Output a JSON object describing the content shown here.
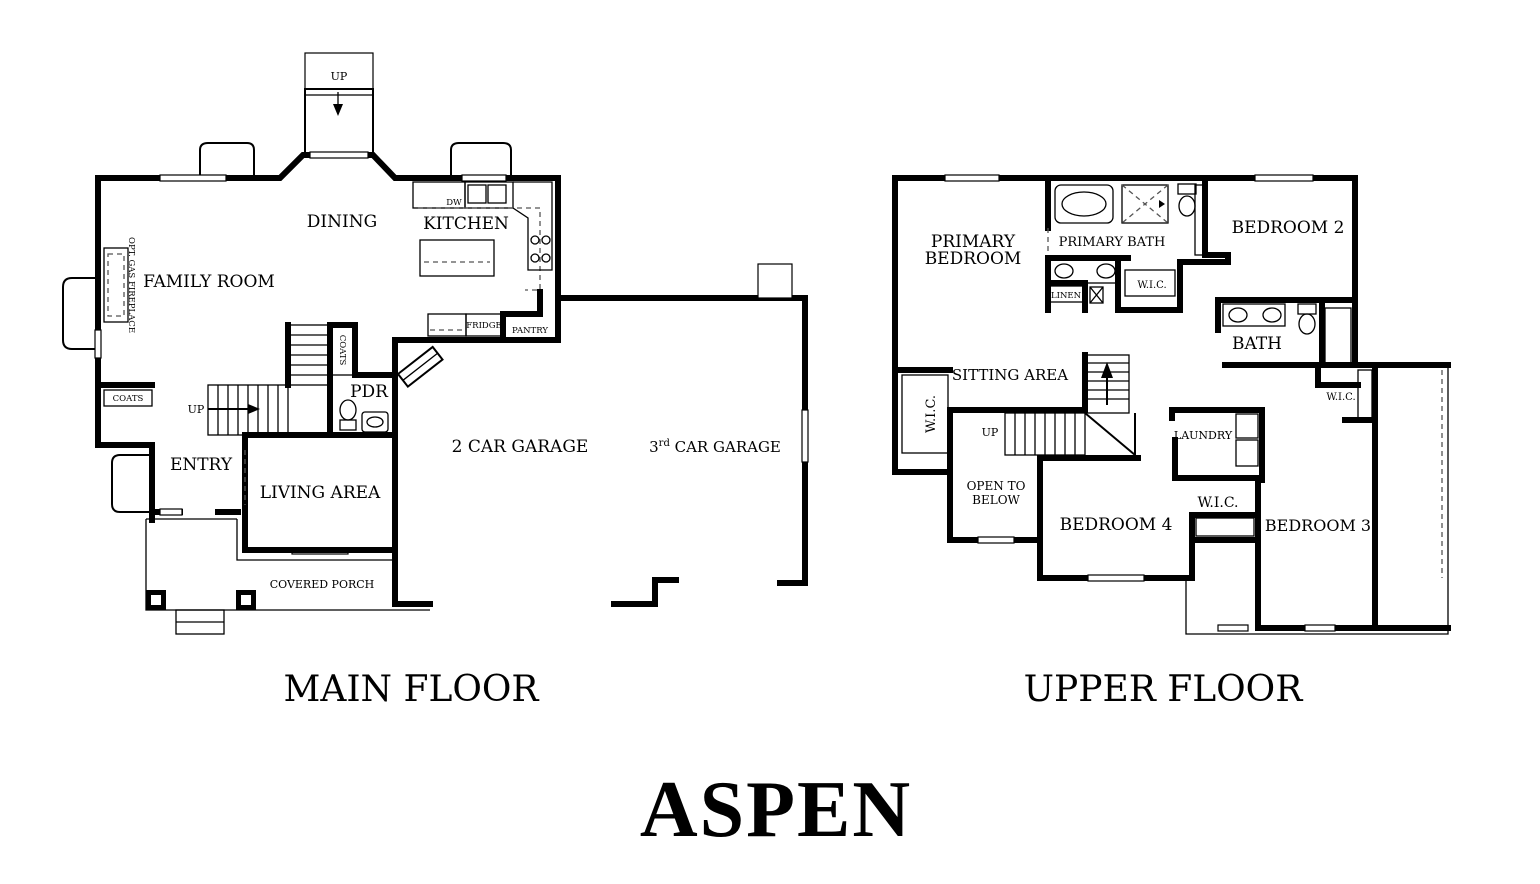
{
  "main_floor": {
    "caption": "MAIN FLOOR",
    "rooms": {
      "dining": "DINING",
      "kitchen": "KITCHEN",
      "family_room": "FAMILY ROOM",
      "fireplace": "OPT. GAS FIREPLACE",
      "dw": "DW",
      "fridge": "FRIDGE",
      "pantry": "PANTRY",
      "coats_closet_stair": "COATS",
      "coats_closet_entry": "COATS",
      "pdr": "PDR",
      "entry": "ENTRY",
      "living_area": "LIVING AREA",
      "covered_porch": "COVERED PORCH",
      "garage_2car": "2 CAR GARAGE",
      "garage_3rd_prefix": "3",
      "garage_3rd_sup": "rd",
      "garage_3rd_suffix": " CAR GARAGE",
      "up_deck": "UP",
      "up_stair": "UP"
    }
  },
  "upper_floor": {
    "caption": "UPPER FLOOR",
    "rooms": {
      "primary_bedroom_line1": "PRIMARY",
      "primary_bedroom_line2": "BEDROOM",
      "primary_bath": "PRIMARY BATH",
      "bedroom2": "BEDROOM 2",
      "linen": "LINEN",
      "wic_primary": "W.I.C.",
      "bath": "BATH",
      "sitting_area": "SITTING AREA",
      "wic_sitting": "W.I.C.",
      "wic_bed3": "W.I.C.",
      "up": "UP",
      "laundry": "LAUNDRY",
      "open_below_line1": "OPEN TO",
      "open_below_line2": "BELOW",
      "bedroom4": "BEDROOM 4",
      "wic_bed4": "W.I.C.",
      "bedroom3": "BEDROOM 3"
    }
  },
  "plan_name": "ASPEN"
}
